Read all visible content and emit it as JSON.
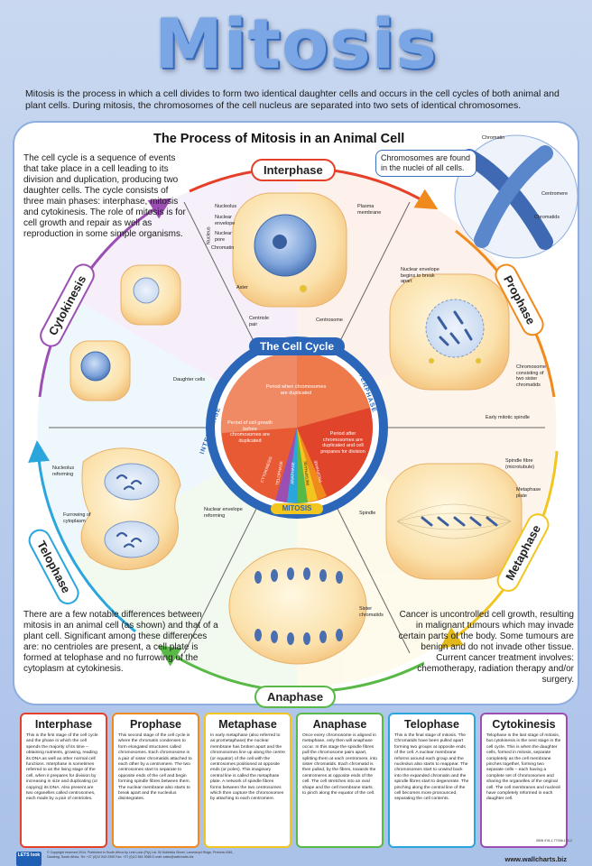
{
  "title": "Mitosis",
  "intro": "Mitosis is the process in which a cell divides to form two identical daughter cells and occurs in the cell cycles of both animal and plant cells. During mitosis, the chromosomes of the cell nucleus are separated into two sets of identical chromosomes.",
  "panel_title": "The Process of Mitosis in an Animal Cell",
  "top_left_text": "The cell cycle is a sequence of events that take place in a cell leading to its division and duplication, producing two daughter cells. The cycle consists of three main phases: interphase, mitosis and cytokinesis. The role of mitosis is for cell growth and repair as well as reproduction in some simple organisms.",
  "callout": "Chromosomes are found in the nuclei of all cells.",
  "bottom_left_text": "There are a few notable differences between mitosis in an animal cell (as shown) and that of a plant cell. Significant among these differences are: no centrioles are present, a cell plate is formed at telophase and no furrowing of the cytoplasm at cytokinesis.",
  "bottom_right_text": "Cancer is uncontrolled cell growth, resulting in malignant tumours which may invade certain parts of the body. Some tumours are benign and do not invade other tissue. Current cancer treatment involves: chemotherapy, radiation therapy and/or surgery.",
  "phases": {
    "interphase": "Interphase",
    "prophase": "Prophase",
    "metaphase": "Metaphase",
    "anaphase": "Anaphase",
    "telophase": "Telophase",
    "cytokinesis": "Cytokinesis"
  },
  "cycle": {
    "title": "The Cell Cycle",
    "interphase_arc": "INTERPHASE",
    "mitosis": "MITOSIS",
    "seg_duplicated": "Period when chromosomes are duplicated",
    "seg_growth": "Period of cell growth before chromosomes are duplicated",
    "seg_after": "Period after chromosomes are duplicated and cell prepares for division",
    "wedges": [
      "CYTOKINESIS",
      "TELOPHASE",
      "ANAPHASE",
      "METAPHASE",
      "PROPHASE"
    ]
  },
  "labels": {
    "chromatin": "Chromatin",
    "centromere": "Centromere",
    "chromatids": "Chromatids",
    "nucleolus": "Nucleolus",
    "nuclear_envelope": "Nuclear envelope",
    "nuclear_pore": "Nuclear pore",
    "chromatin2": "Chromatin",
    "nucleus": "Nucleus",
    "plasma_membrane": "Plasma membrane",
    "aster": "Aster",
    "centriole_pair": "Centriole pair",
    "centrosome": "Centrosome",
    "nuclear_breakdown": "Nuclear envelope begins to break apart",
    "chromosome_sister": "Chromosome consisting of two sister chromatids",
    "early_spindle": "Early mitotic spindle",
    "spindle_fibre": "Spindle fibre (microtubule)",
    "metaphase_plate": "Metaphase plate",
    "spindle": "Spindle",
    "sister_chromatids": "Sister chromatids",
    "nucleolus_reforming": "Nucleolus reforming",
    "furrowing": "Furrowing of cytoplasm",
    "nuclear_env_reforming": "Nuclear envelope reforming",
    "daughter_cells": "Daughter cells"
  },
  "cards": [
    {
      "title": "Interphase",
      "color": "#e5402a",
      "text": "This is the first stage of the cell cycle and the phase in which the cell spends the majority of its time – obtaining nutrients, growing, reading its DNA as well as other normal cell functions. Interphase is sometimes referred to as the living stage of the cell, when it prepares for division by increasing in size and duplicating (or copying) its DNA. Also present are two organelles called centrosomes, each made by a pair of centrioles."
    },
    {
      "title": "Prophase",
      "color": "#f08a1c",
      "text": "This second stage of the cell cycle is where the chromatin condenses to form elongated structures called chromosomes. Each chromosome is a pair of sister chromatids attached to each other by a centromere. The two centrosomes start to separate to opposite ends of the cell and begin forming spindle fibres between them. The nuclear membrane also starts to break apart and the nucleolus disintegrates."
    },
    {
      "title": "Metaphase",
      "color": "#f2c61f",
      "text": "In early metaphase (also referred to as prometaphase) the nuclear membrane has broken apart and the chromosomes line up along the centre (or equator) of the cell with the centrosomes positioned at opposite ends (or poles). This imaginary central line is called the metaphase plate. A network of spindle fibres forms between the two centrosomes which then capture the chromosomes by attaching to each centromere."
    },
    {
      "title": "Anaphase",
      "color": "#58b947",
      "text": "Once every chromosome is aligned in metaphase, only then will anaphase occur. In this stage the spindle fibres pull the chromosome pairs apart, splitting them at each centromere, into sister chromatids. Each chromatid is then pulled, by the fibres, towards the centromeres at opposite ends of the cell. The cell stretches into an oval shape and the cell membrane starts to pinch along the equator of the cell."
    },
    {
      "title": "Telophase",
      "color": "#2aa6dd",
      "text": "This is the final stage of mitosis. The Chromatids have been pulled apart forming two groups at opposite ends of the cell. A nuclear membrane reforms around each group and the nucleolus also starts to reappear. The chromosomes start to unwind back into the expanded chromatin and the spindle fibres start to degenerate. The pinching along the central line of the cell becomes more pronounced, separating the cell contents."
    },
    {
      "title": "Cytokinesis",
      "color": "#9b4fb3",
      "text": "Telophase is the last stage of mitosis, but cytokinesis is the next stage in the cell cycle. This is when the daughter cells, formed in mitosis, separate completely as the cell membrane pinches together, forming two separate cells – each having a complete set of chromosomes and sharing the organelles of the original cell. The cell membranes and nucleoli have completely reformed in each daughter cell."
    }
  ],
  "footer": {
    "logo": "LETS look",
    "small": "© Copyright reserved 2014. Published in South Africa by Lets Look (Pty) Ltd. 50 Nobbelia Street, Lammeryd Ridge, Pretoria 0081, Gauteng, South Africa. Tel: +27 (0)12 543 2305 Fax: +27 (0)12 561 9085 E-mail: sales@wallcharts.biz",
    "code": "ISBN 978-1-77098-174-2",
    "web": "www.wallcharts.biz"
  },
  "colors": {
    "interphase": "#e5402a",
    "prophase": "#f08a1c",
    "metaphase": "#f2c61f",
    "anaphase": "#58b947",
    "telophase": "#2aa6dd",
    "cytokinesis": "#9b4fb3"
  }
}
